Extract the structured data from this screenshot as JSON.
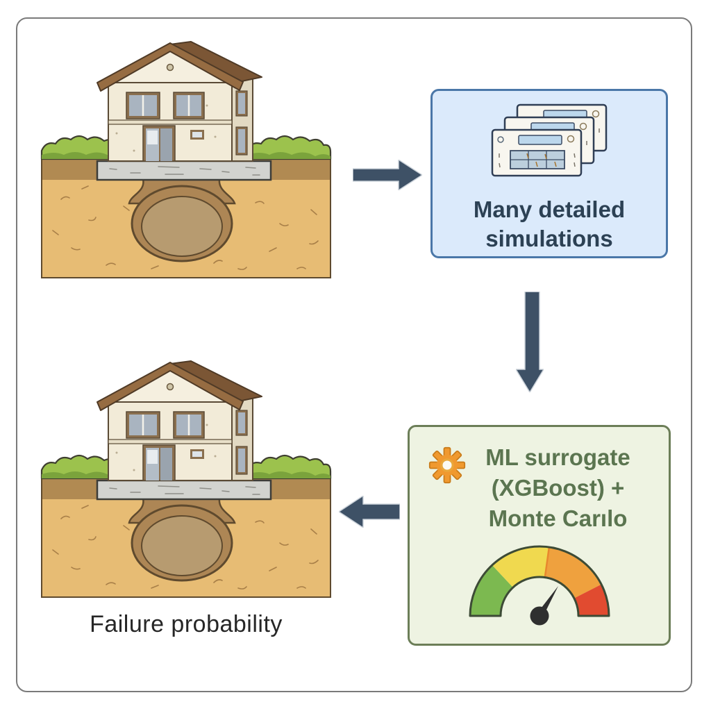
{
  "canvas": {
    "background": "#ffffff",
    "frame_border_color": "#7a7a7a"
  },
  "illustrations": {
    "house_top": "house-over-sinkhole-illustration",
    "house_bottom": "house-over-sinkhole-illustration"
  },
  "caption_bottom": "Failure probability",
  "sim_box": {
    "line1": "Many detailed",
    "line2": "simulations",
    "background": "#dbeafb",
    "border_color": "#4a77a8",
    "text_color": "#2c4154",
    "icon": "stacked-simulation-cards-icon"
  },
  "ml_box": {
    "line1": "ML surrogate",
    "line2": "(XGBoost) +",
    "line3": "Monte Carılo",
    "background": "#eef3e2",
    "border_color": "#6c7e58",
    "text_color": "#5b7550",
    "gear_icon_color": "#f0992f",
    "gauge": {
      "segment_colors": [
        "#7cb950",
        "#f0d94f",
        "#efa13e",
        "#e14b30"
      ],
      "needle_color": "#2f2f2f",
      "outline_color": "#3d4b36"
    }
  },
  "arrows": {
    "color": "#3e5166",
    "outline": "#ccd3da",
    "items": [
      "arrow-right",
      "arrow-down",
      "arrow-left"
    ]
  }
}
